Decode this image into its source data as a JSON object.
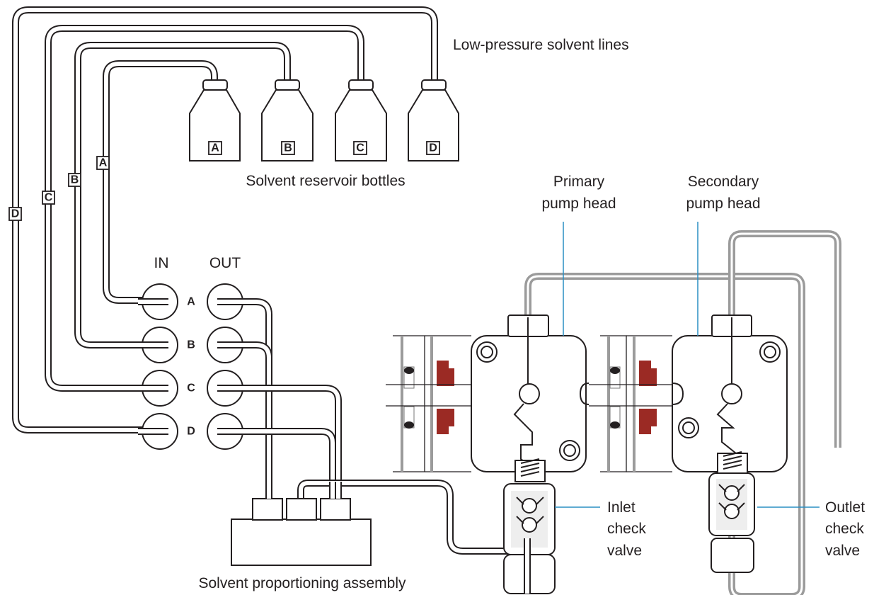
{
  "labels": {
    "low_pressure_lines": "Low-pressure solvent lines",
    "reservoir_bottles": "Solvent reservoir bottles",
    "primary_line1": "Primary",
    "primary_line2": "pump head",
    "secondary_line1": "Secondary",
    "secondary_line2": "pump head",
    "in": "IN",
    "out": "OUT",
    "inlet_line1": "Inlet",
    "inlet_line2": "check",
    "inlet_line3": "valve",
    "outlet_line1": "Outlet",
    "outlet_line2": "check",
    "outlet_line3": "valve",
    "proportioning": "Solvent proportioning assembly"
  },
  "bottles": [
    "A",
    "B",
    "C",
    "D"
  ],
  "line_tags": [
    "A",
    "B",
    "C",
    "D"
  ],
  "ports": [
    "A",
    "B",
    "C",
    "D"
  ],
  "colors": {
    "ink": "#231f20",
    "grey_tubing": "#9b9b9b",
    "seal_red": "#9b2a24",
    "callout_blue": "#2a8fc4"
  }
}
